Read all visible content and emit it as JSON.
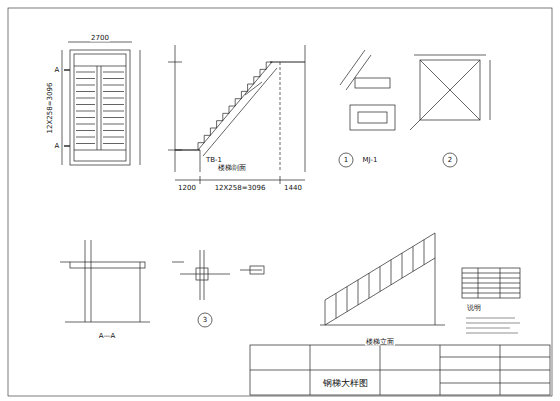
{
  "diagram": {
    "labels": [
      "2700",
      "A",
      "A",
      "12X258=3096",
      "1200",
      "12X258=3096",
      "1440",
      "TB-1",
      "楼梯剖面",
      "1",
      "MJ-1",
      "2",
      "A—A",
      "3",
      "楼梯立面",
      "说明",
      "钢梯大样图"
    ]
  }
}
